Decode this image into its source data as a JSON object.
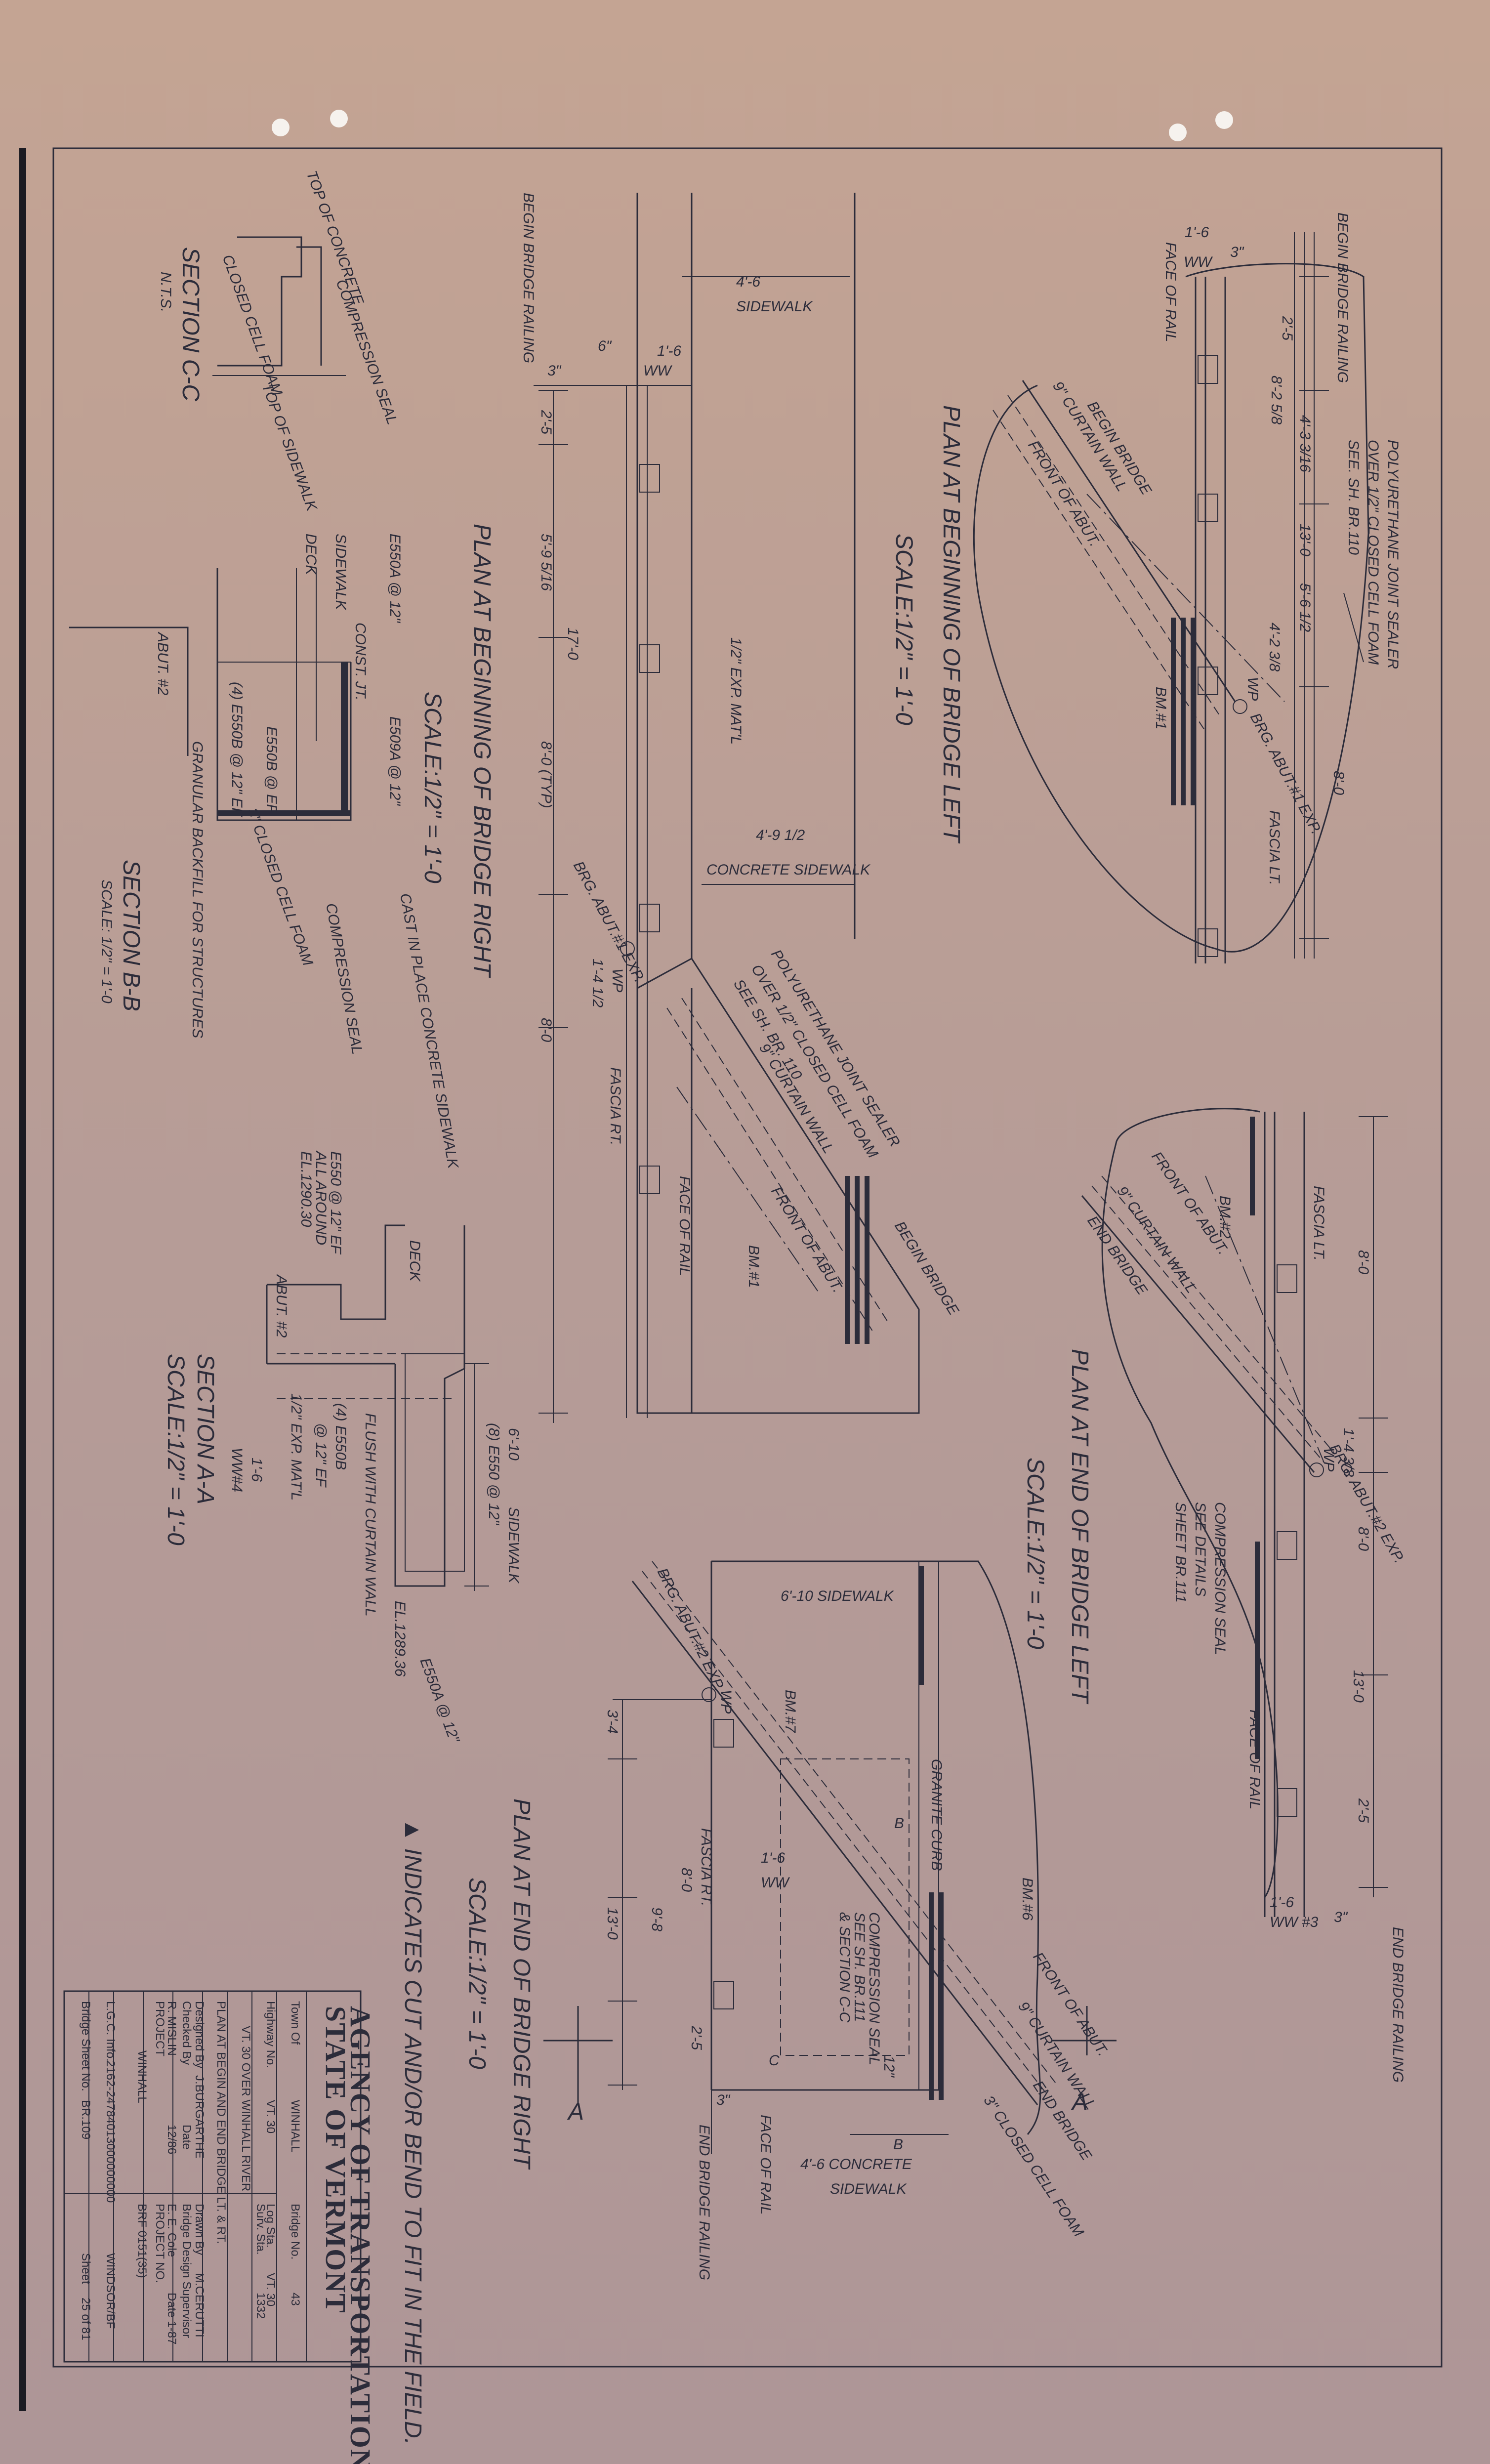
{
  "views": {
    "plan_begin_left": {
      "title": "PLAN AT BEGINNING OF BRIDGE LEFT",
      "scale": "SCALE:1/2\" = 1'-0",
      "labels": [
        "BEGIN BRIDGE RAILING",
        "FACE OF RAIL",
        "POLYURETHANE JOINT SEALER",
        "OVER 1/2\" CLOSED CELL FOAM",
        "SEE. SH. BR.110",
        "BEGIN BRIDGE",
        "9\" CURTAIN WALL",
        "FRONT OF ABUT.",
        "BM.#1",
        "BRG. ABUT.#1 EXP.",
        "FASCIA LT.",
        "WP"
      ],
      "dims": [
        "1'-6",
        "3\"",
        "2'-5",
        "8'-2 5/8",
        "4'-3 3/16",
        "13'-0",
        "5'-6 1/2",
        "4'-2 3/8",
        "8'-0",
        "WW"
      ]
    },
    "plan_begin_right": {
      "title": "PLAN AT BEGINNING OF BRIDGE RIGHT",
      "scale": "SCALE:1/2\" = 1'-0",
      "labels": [
        "BEGIN BRIDGE RAILING",
        "SIDEWALK",
        "1/2\" EXP. MAT'L",
        "CONCRETE SIDEWALK",
        "POLYURETHANE JOINT SEALER",
        "OVER 1/2\" CLOSED CELL FOAM",
        "SEE SH. BR. 110",
        "9\" CURTAIN WALL",
        "FRONT OF ABUT.",
        "BEGIN BRIDGE",
        "BM.#1",
        "FASCIA RT.",
        "FACE OF RAIL",
        "BRG. ABUT.#1 EXP.",
        "WP"
      ],
      "dims": [
        "4'-6",
        "1'-6",
        "6\"",
        "3\"",
        "2'-5",
        "5'-9 5/16",
        "17'-0",
        "8'-0 (TYP)",
        "4'-9 1/2",
        "1'-4 1/2",
        "8'-0",
        "WW"
      ]
    },
    "section_cc": {
      "title": "SECTION C-C",
      "scale": "N.T.S.",
      "labels": [
        "TOP OF CONCRETE",
        "COMPRESSION SEAL",
        "CLOSED CELL FOAM",
        "TOP OF SIDEWALK"
      ]
    },
    "section_bb": {
      "title": "SECTION B-B",
      "scale": "SCALE: 1/2\" = 1'-0",
      "labels": [
        "SIDEWALK",
        "DECK",
        "CONST. JT.",
        "E550A @ 12\"",
        "E509A @ 12\"",
        "(4) E550B @ 12\" EF",
        "E550B @ EF",
        "ABUT. #2",
        "GRANULAR BACKFILL FOR STRUCTURES",
        "3\" CLOSED CELL FOAM",
        "COMPRESSION SEAL",
        "CAST IN PLACE CONCRETE SIDEWALK"
      ]
    },
    "section_aa": {
      "title": "SECTION A-A",
      "scale": "SCALE:1/2\" = 1'-0",
      "labels": [
        "E550 @ 12\" EF",
        "ALL AROUND",
        "EL.1290.30",
        "DECK",
        "ABUT. #2",
        "(4) E550B",
        "@ 12\" EF",
        "FLUSH WITH CURTAIN WALL",
        "1/2\" EXP. MAT'L",
        "(8) E550 @ 12\"",
        "SIDEWALK",
        "6'-10",
        "E550A @ 12\"",
        "EL.1289.36",
        "1'-6",
        "WW#4"
      ]
    },
    "plan_end_left": {
      "title": "PLAN AT END OF BRIDGE LEFT",
      "scale": "SCALE:1/2\" = 1'-0",
      "labels": [
        "FASCIA LT.",
        "FRONT OF ABUT.",
        "BM.#2",
        "9\" CURTAIN WALL",
        "END BRIDGE",
        "COMPRESSION SEAL",
        "SEE DETAILS",
        "SHEET BR.111",
        "BRG. ABUT.#2 EXP.",
        "WP",
        "FACE OF RAIL",
        "END BRIDGE RAILING"
      ],
      "dims": [
        "8'-0",
        "1'-4 3/8",
        "8'-0",
        "13'-0",
        "2'-5",
        "1'-6",
        "WW #3",
        "3\""
      ]
    },
    "plan_end_right": {
      "title": "PLAN AT END OF BRIDGE RIGHT",
      "scale": "SCALE:1/2\" = 1'-0",
      "labels": [
        "6'-10 SIDEWALK",
        "BRG. ABUT.#2 EXP.",
        "WP",
        "BM.#7",
        "GRANITE CURB",
        "FASCIA RT.",
        "COMPRESSION SEAL",
        "SEE SH. BR.111",
        "& SECTION C-C",
        "BM.#6",
        "FRONT OF ABUT.",
        "9\" CURTAIN WALL",
        "END BRIDGE",
        "3\" CLOSED CELL FOAM",
        "END BRIDGE RAILING",
        "FACE OF RAIL",
        "4'-6 CONCRETE",
        "SIDEWALK",
        "A",
        "B",
        "C"
      ],
      "dims": [
        "3'-4",
        "8'-0",
        "9'-8",
        "13'-0",
        "2'-5",
        "1'-6",
        "WW",
        "12\"",
        "3\""
      ]
    },
    "note": "▲ INDICATES CUT AND/OR BEND TO FIT IN THE FIELD."
  },
  "title_block": {
    "agency_line1": "STATE OF VERMONT",
    "agency_line2": "AGENCY OF TRANSPORTATION",
    "town_label": "Town Of",
    "town": "WINHALL",
    "bridge_no_label": "Bridge No.",
    "bridge_no": "43",
    "highway_label": "Highway No.",
    "highway": "VT. 30",
    "log_sta_label": "Log Sta.",
    "log_sta": "VT. 30",
    "surv_sta_label": "Surv. Sta.",
    "surv_sta": "1332",
    "desc1": "VT. 30 OVER WINHALL RIVER",
    "desc2": "PLAN AT BEGIN AND END BRIDGE LT. & RT.",
    "designed_label": "Designed By",
    "designed": "J.BURGARTHE",
    "drawn_label": "Drawn By",
    "drawn": "M.CERUTTI",
    "checked_label": "Checked By",
    "checked": "R. MISLIN",
    "date_label": "Date",
    "date": "12/86",
    "supervisor_label": "Bridge Design Supervisor",
    "supervisor": "E. E. Cole",
    "sup_date": "Date 1-87",
    "project_label": "PROJECT",
    "project": "WINHALL",
    "project_no_label": "PROJECT NO.",
    "project_no": "BRF 0151(35)",
    "lgc_label": "L.G.C. Info.",
    "lgc": "2162-24784013000000000",
    "county": "WINDSOR/BF",
    "bridge_sheet_label": "Bridge Sheet No.",
    "bridge_sheet": "BR.109",
    "sheet_label": "Sheet",
    "sheet": "25 of 81"
  }
}
